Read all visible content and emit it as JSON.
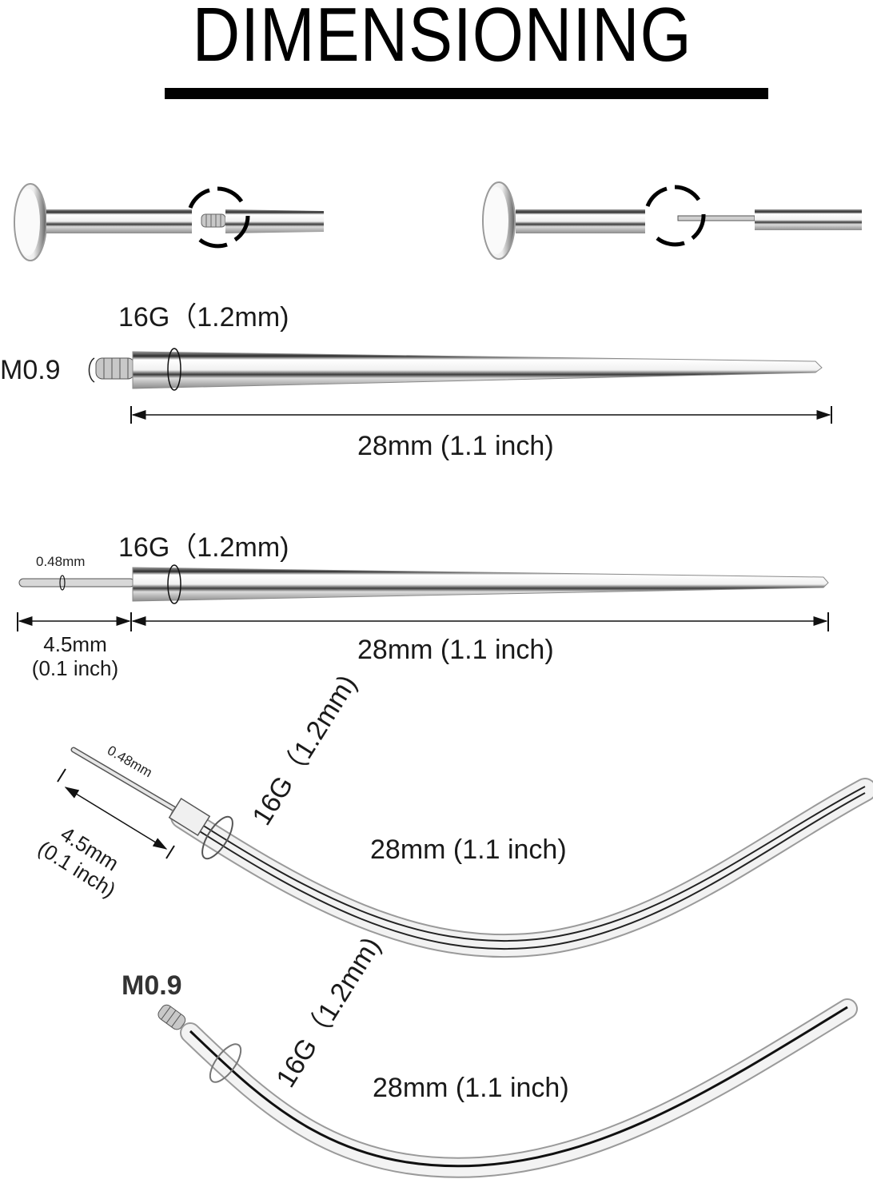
{
  "header": {
    "title": "DIMENSIONING"
  },
  "assembly": {
    "left_label": "threaded-pin-assembly",
    "right_label": "threadless-pin-assembly"
  },
  "straight_threaded": {
    "gauge": "16G（1.2mm)",
    "thread": "M0.9",
    "length": "28mm (1.1 inch)"
  },
  "straight_threadless": {
    "gauge": "16G（1.2mm)",
    "pin_diameter": "0.48mm",
    "pin_length_mm": "4.5mm",
    "pin_length_in": "(0.1 inch)",
    "length": "28mm (1.1 inch)"
  },
  "curved_threadless": {
    "gauge": "16G（1.2mm)",
    "pin_diameter": "0.48mm",
    "pin_length_mm": "4.5mm",
    "pin_length_in": "(0.1 inch)",
    "length": "28mm (1.1 inch)"
  },
  "curved_threaded": {
    "gauge": "16G（1.2mm)",
    "thread": "M0.9",
    "length": "28mm (1.1 inch)"
  },
  "colors": {
    "ink": "#111111",
    "steel_light": "#f4f4f4",
    "steel_mid": "#b8b8b8",
    "steel_dark": "#2a2a2a",
    "background": "#ffffff"
  }
}
